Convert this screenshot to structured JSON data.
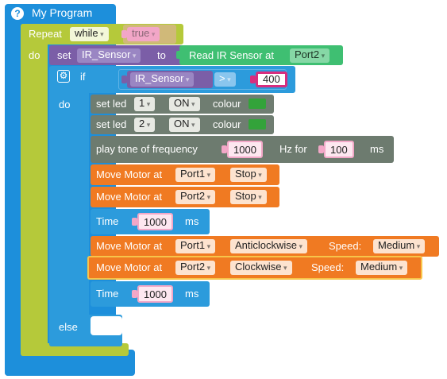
{
  "program": {
    "title": "My Program",
    "help_icon": "question-mark-icon"
  },
  "repeat": {
    "label": "Repeat",
    "mode": "while",
    "condition": "true",
    "do_label": "do"
  },
  "set": {
    "label": "set",
    "variable": "IR_Sensor",
    "to_label": "to",
    "read_label": "Read IR Sensor at",
    "port": "Port2"
  },
  "if_block": {
    "gear_icon": "gear-icon",
    "label": "if",
    "left": "IR_Sensor",
    "operator": ">",
    "right": "400",
    "do_label": "do",
    "else_label": "else"
  },
  "led1": {
    "label": "set led",
    "number": "1",
    "state": "ON",
    "colour_label": "colour",
    "colour": "#33a33a"
  },
  "led2": {
    "label": "set led",
    "number": "2",
    "state": "ON",
    "colour_label": "colour",
    "colour": "#33a33a"
  },
  "tone": {
    "label": "play tone of frequency",
    "frequency": "1000",
    "hz_label": "Hz for",
    "duration": "100",
    "unit": "ms"
  },
  "motor_stop1": {
    "label": "Move Motor at",
    "port": "Port1",
    "action": "Stop"
  },
  "motor_stop2": {
    "label": "Move Motor at",
    "port": "Port2",
    "action": "Stop"
  },
  "time1": {
    "label": "Time",
    "value": "1000",
    "unit": "ms"
  },
  "motor_run1": {
    "label": "Move Motor at",
    "port": "Port1",
    "direction": "Anticlockwise",
    "speed_label": "Speed:",
    "speed": "Medium"
  },
  "motor_run2": {
    "label": "Move Motor at",
    "port": "Port2",
    "direction": "Clockwise",
    "speed_label": "Speed:",
    "speed": "Medium"
  },
  "time2": {
    "label": "Time",
    "value": "1000",
    "unit": "ms"
  },
  "colors": {
    "program_blue": "#1d8fdb",
    "loop_green": "#b5c93a",
    "var_purple": "#7b5ea7",
    "sensor_green": "#3fbf72",
    "logic_blue": "#2c9bdc",
    "grey": "#6f7d71",
    "tone_grey": "#6d7b6f",
    "motor_orange": "#f07a22",
    "pink": "#f2a7c7",
    "highlight": "#f7c44a"
  }
}
